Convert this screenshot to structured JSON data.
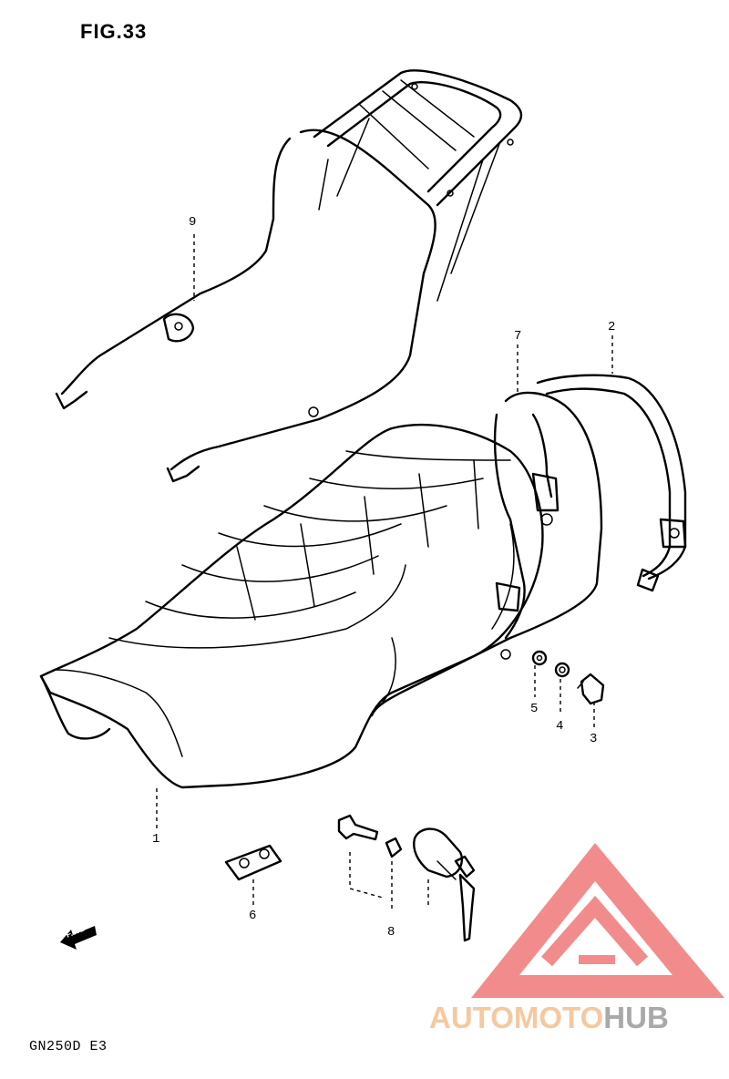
{
  "figure_title": "FIG.33",
  "model_code": "GN250D E3",
  "callouts": {
    "seat": "1",
    "seat_strap": "2",
    "bolt": "3",
    "washer": "4",
    "cushion": "5",
    "seat_hinge_plate": "6",
    "grab_bar": "7",
    "bolt_set": "8",
    "carrier": "9"
  },
  "fwd_marker": "F.WD",
  "watermark": {
    "brand_part_a": "AUTOMOTO",
    "brand_part_b": "HUB",
    "colors": {
      "triangle": "#f07878",
      "text_a": "#f4c9a0",
      "text_b": "#a9a9a9"
    }
  }
}
